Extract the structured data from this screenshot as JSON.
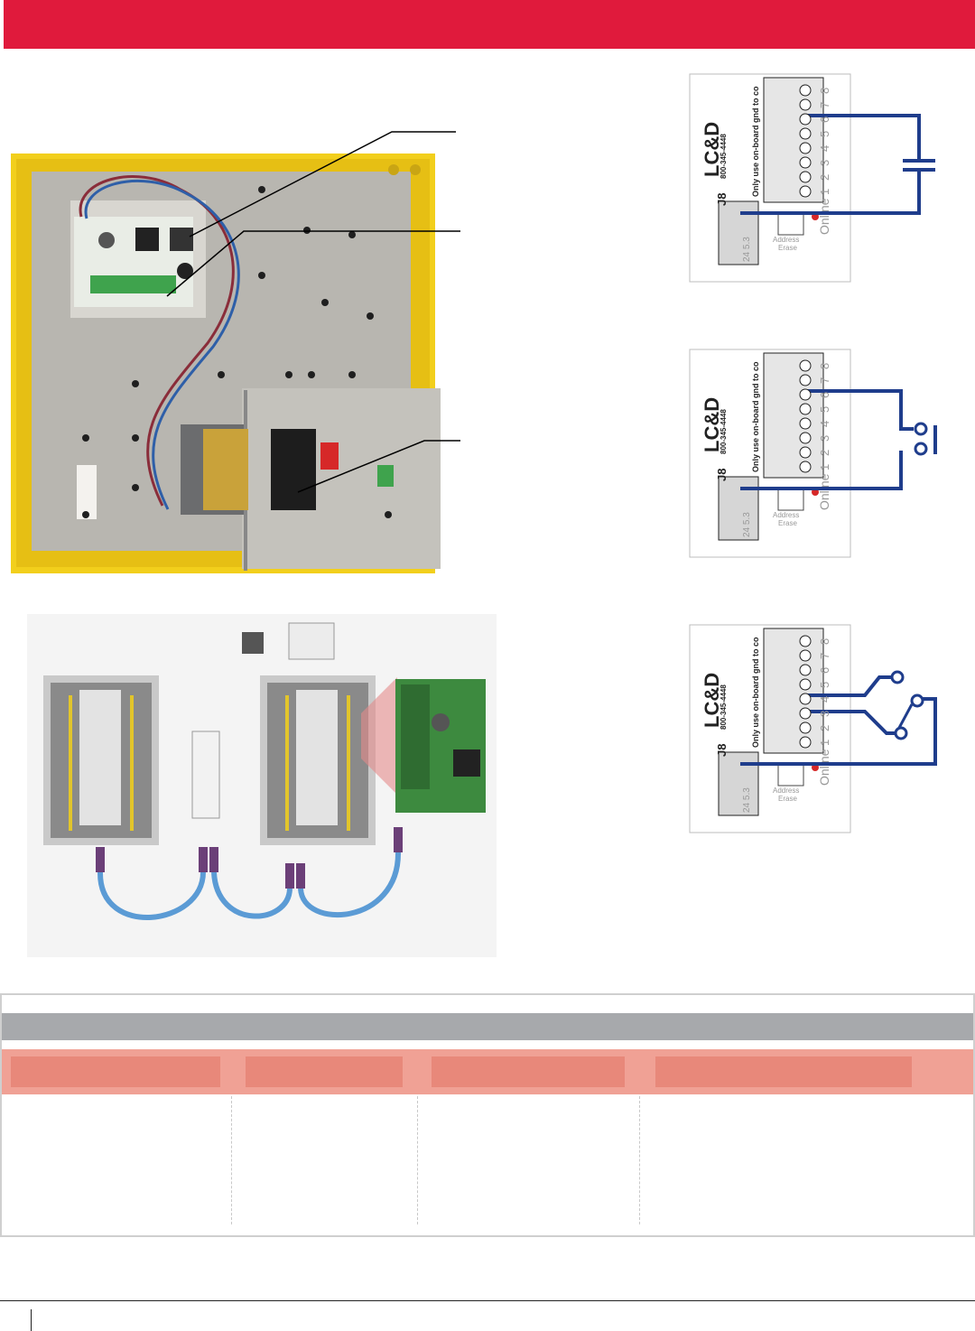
{
  "header": {
    "band_color": "#e01a3c"
  },
  "diagram_labels": {
    "brand": "LC&D",
    "phone": "800-345-4448",
    "note": "Only use on-board gnd to co",
    "connector": "J8",
    "side_terminals": "24 5.3",
    "online": "Online",
    "button_label_1": "Address",
    "button_label_2": "Erase",
    "terminal_numbers": [
      "1",
      "2",
      "3",
      "4",
      "5",
      "6",
      "7",
      "8"
    ]
  },
  "wire_color": "#1f3d8c",
  "table": {
    "gray_color": "#a7a9ac",
    "salmon_color": "#f0a195",
    "header_color": "#e8887a"
  }
}
